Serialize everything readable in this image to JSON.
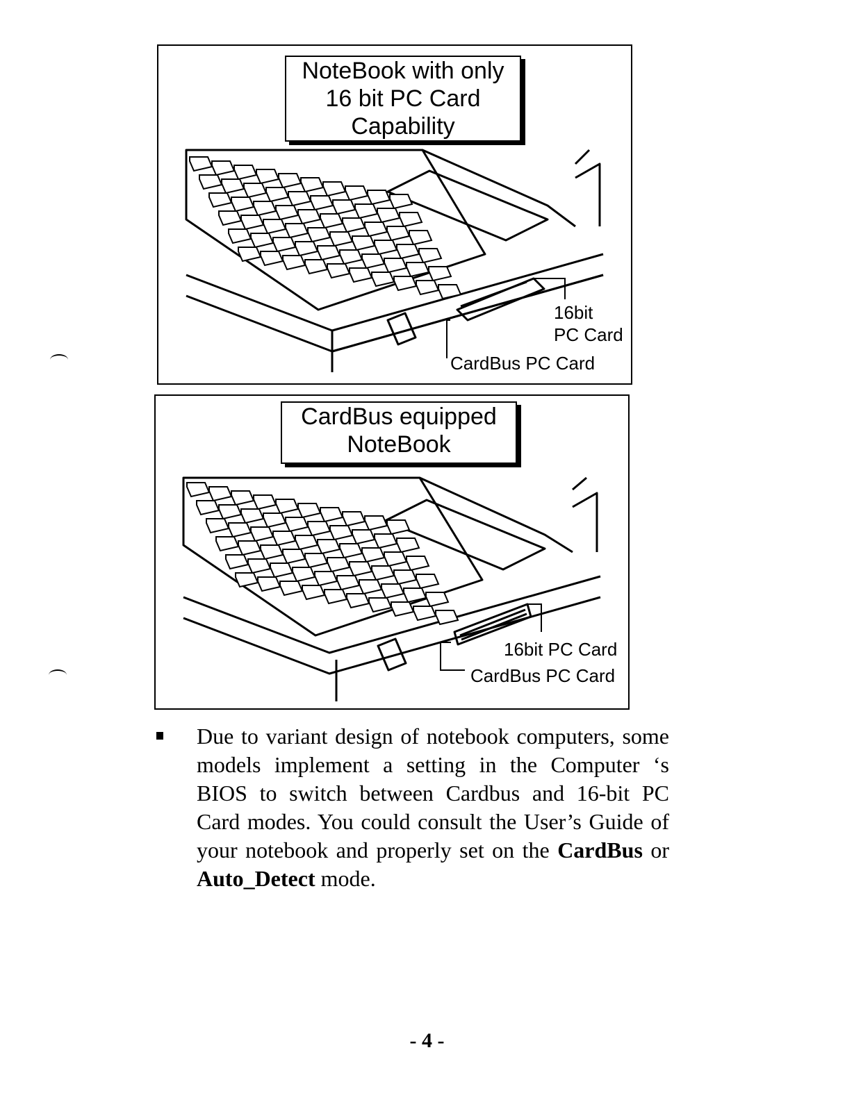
{
  "figure_top": {
    "callout_lines": [
      "NoteBook with only",
      "16 bit PC Card",
      "Capability"
    ],
    "label_16bit_lines": [
      "16bit",
      "PC Card"
    ],
    "label_cardbus": "CardBus PC Card"
  },
  "figure_bottom": {
    "callout_lines": [
      "CardBus equipped",
      "NoteBook"
    ],
    "label_16bit": "16bit PC Card",
    "label_cardbus": "CardBus PC Card"
  },
  "paragraph": {
    "text_1": "Due to variant design of notebook computers, some models implement a setting  in the Computer ‘s BIOS  to switch between Cardbus and 16-bit PC Card modes. You could consult the  User’s Guide of your notebook and properly set on the ",
    "bold_1": "CardBus",
    "text_2": " or ",
    "bold_2": "Auto_Detect",
    "text_3": " mode."
  },
  "page_number": "- 4 -"
}
